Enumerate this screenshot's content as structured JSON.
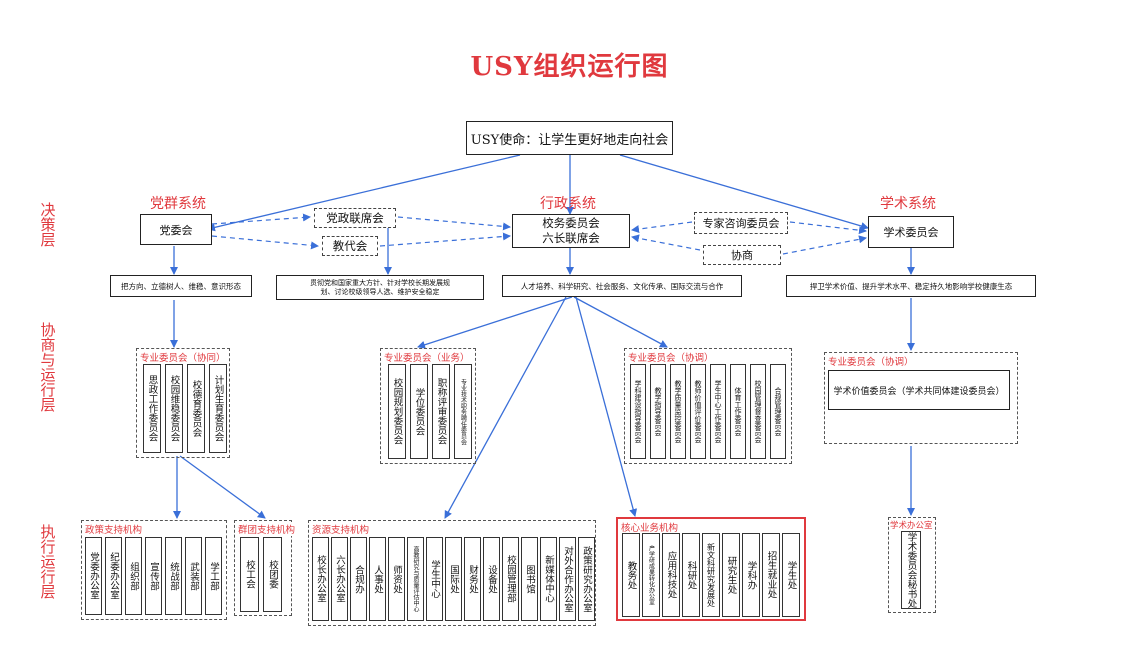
{
  "title": "USY组织运行图",
  "mission": "USY使命：让学生更好地走向社会",
  "layers": {
    "decision": "决策层",
    "coordination": "协商与运行层",
    "execution": "执行运行层"
  },
  "systems": {
    "party": "党群系统",
    "admin": "行政系统",
    "academic": "学术系统"
  },
  "decision_bodies": {
    "party_committee": "党委会",
    "joint_meeting": "党政联席会",
    "staff_congress": "教代会",
    "admin_line1": "校务委员会",
    "admin_line2": "六长联席会",
    "expert_committee": "专家咨询委员会",
    "consultation": "协商",
    "academic_committee": "学术委员会"
  },
  "missions": {
    "party": "把方向、立德树人、维稳、意识形态",
    "joint_line1": "贯彻党和国家重大方针、针对学校长期发展规",
    "joint_line2": "划、讨论校级领导人选、维护安全稳定",
    "admin": "人才培养、科学研究、社会服务、文化传承、国际交流与合作",
    "academic": "捍卫学术价值、提升学术水平、稳定持久地影响学校健康生态"
  },
  "committee_groups": {
    "party_coord": {
      "label": "专业委员会（协同）",
      "items": [
        "思政工作委员会",
        "校园维稳委员会",
        "校德育委员会",
        "计划生育委员会"
      ]
    },
    "business": {
      "label": "专业委员会（业务）",
      "items": [
        "校园规划委员会",
        "学位委员会",
        "职称评审委员会",
        "专业技术职务聘任委员会"
      ]
    },
    "admin_coord": {
      "label": "专业委员会（协调）",
      "items": [
        "学科建设指导委员会",
        "教学指导委员会",
        "教学质量监控委员会",
        "教师价值评价委员会",
        "学生中心工作委员会",
        "体育工作委员会",
        "校园管理督查委员会",
        "合规管理委员会"
      ]
    },
    "academic_coord": {
      "label": "专业委员会（协调）",
      "item": "学术价值委员会（学术共同体建设委员会）"
    }
  },
  "execution_groups": {
    "policy": {
      "label": "政策支持机构",
      "items": [
        "党委办公室",
        "纪委办公室",
        "组织部",
        "宣传部",
        "统战部",
        "武装部",
        "学工部"
      ]
    },
    "mass": {
      "label": "群团支持机构",
      "items": [
        "校工会",
        "校团委"
      ]
    },
    "resource": {
      "label": "资源支持机构",
      "items": [
        "校长办公室",
        "六长办公室",
        "合规办",
        "人事处",
        "师资处",
        "高教研究与质量评估中心",
        "学生中心",
        "国际处",
        "财务处",
        "设备处",
        "校园管理部",
        "图书馆",
        "新媒体中心",
        "对外合作办公室",
        "政策研究办公室"
      ]
    },
    "core": {
      "label": "核心业务机构",
      "items": [
        "教务处",
        "产学研成果转化办公室",
        "应用科技处",
        "科研处",
        "新文科研究发展处",
        "研究生处",
        "学科办",
        "招生就业处",
        "学生处"
      ]
    },
    "academic_office": {
      "label": "学术办公室",
      "items": [
        "学术委员会秘书处"
      ]
    }
  }
}
